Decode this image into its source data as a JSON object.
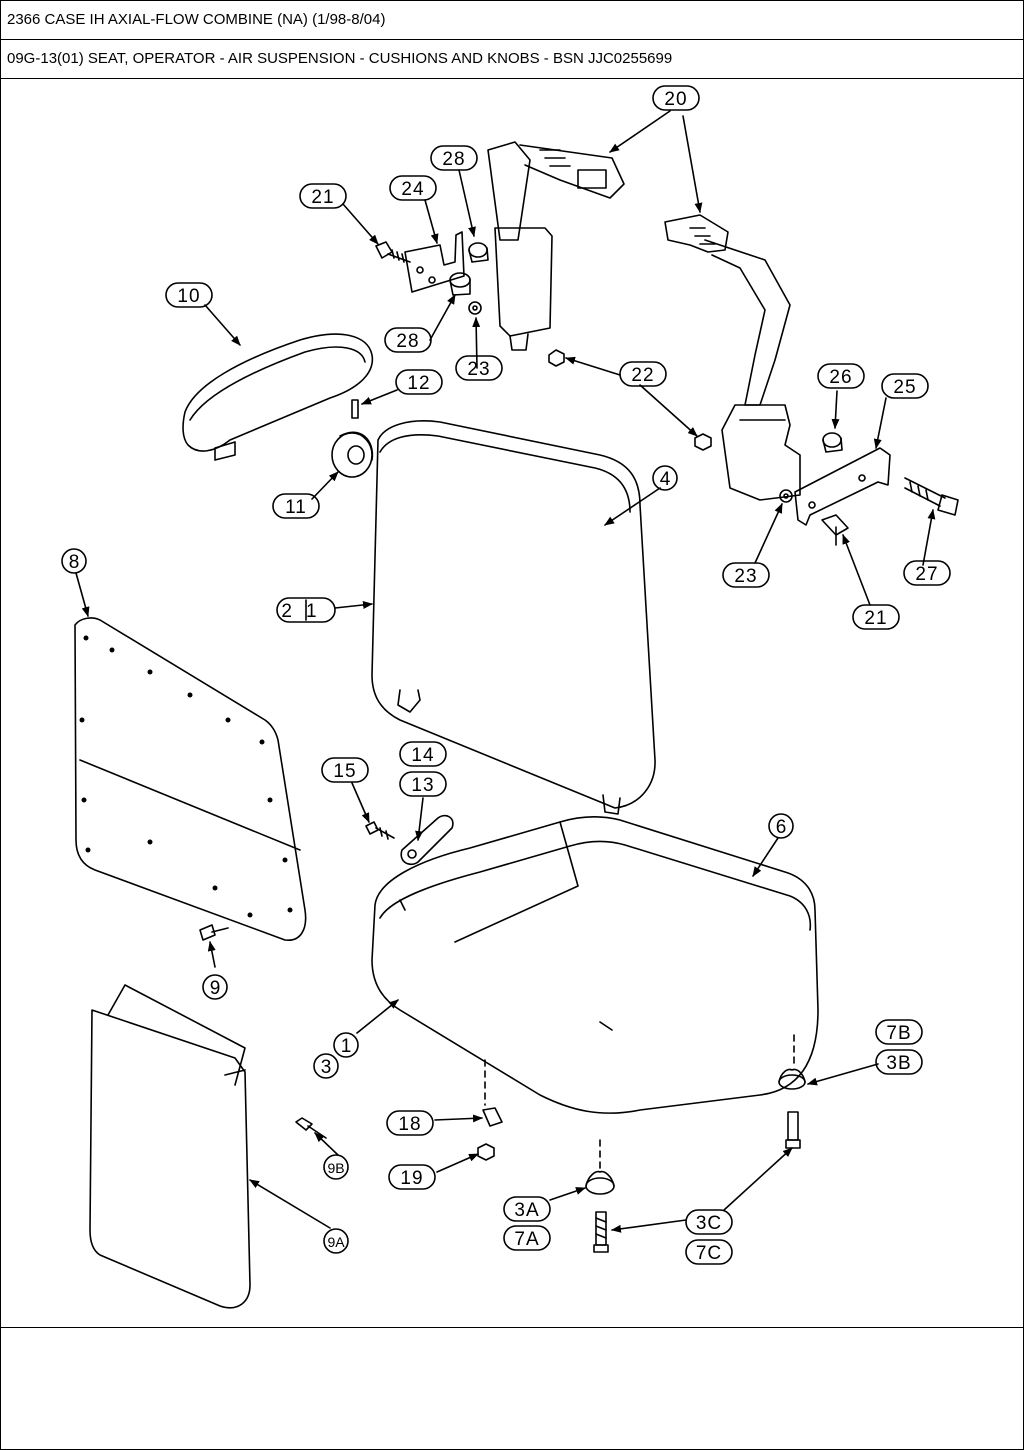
{
  "header": {
    "line1": "2366 CASE IH AXIAL-FLOW COMBINE (NA) (1/98-8/04)",
    "line2": "09G-13(01) SEAT, OPERATOR - AIR SUSPENSION - CUSHIONS AND KNOBS - BSN JJC0255699"
  },
  "callouts": {
    "c20": "20",
    "c28a": "28",
    "c24": "24",
    "c21a": "21",
    "c10": "10",
    "c28b": "28",
    "c23a": "23",
    "c22": "22",
    "c12": "12",
    "c26": "26",
    "c25": "25",
    "c11": "11",
    "c4": "4",
    "c27": "27",
    "c23b": "23",
    "c8": "8",
    "c21b": "21",
    "c21c": "21",
    "c14": "14",
    "c13": "13",
    "c15": "15",
    "c6": "6",
    "c9": "9",
    "c1": "1",
    "c3": "3",
    "c7b": "7B",
    "c3b": "3B",
    "c18": "18",
    "c9b": "9B",
    "c19": "19",
    "c3a": "3A",
    "c7a": "7A",
    "c3c": "3C",
    "c7c": "7C",
    "c9a": "9A"
  }
}
